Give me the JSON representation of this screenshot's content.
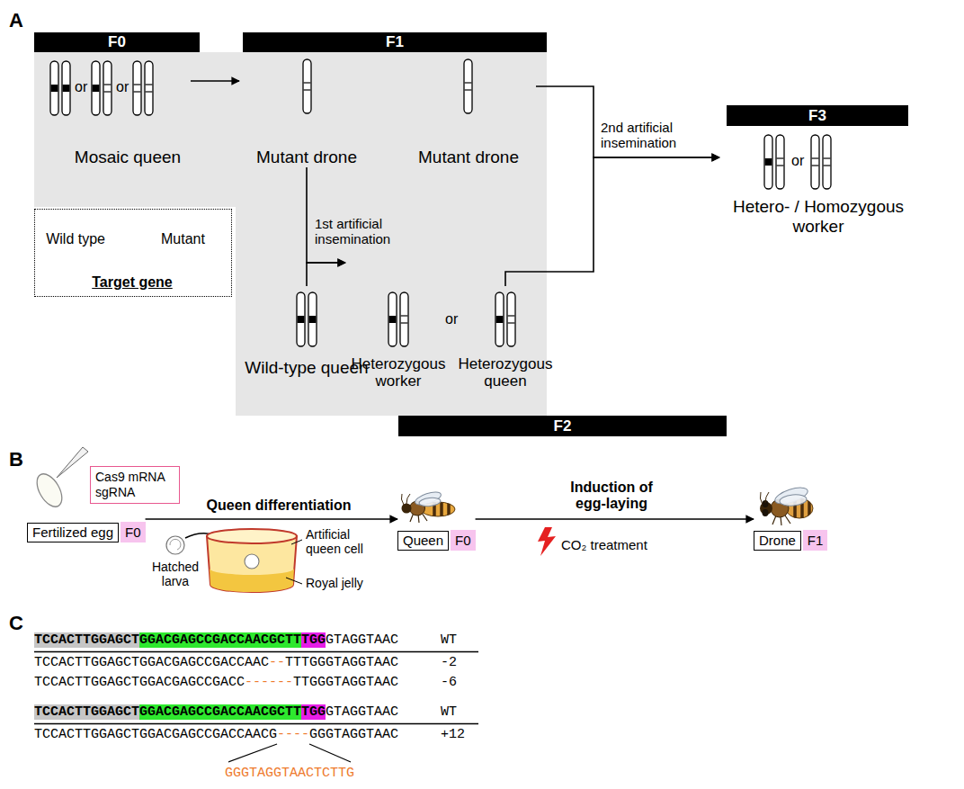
{
  "diagram": {
    "nodes": [
      {
        "text": [
          "F0"
        ]
      },
      {
        "text": [
          "F1"
        ]
      },
      {
        "text": [
          "Mosaic queen"
        ]
      },
      {
        "text": [
          "Mutant drone"
        ]
      },
      {
        "text": [
          "Mutant drone"
        ]
      },
      {
        "text": [
          "F3"
        ]
      },
      {
        "text": [
          "Hetero- / Homozygous worker"
        ]
      },
      {
        "text": [
          "Wild type",
          "Mutant",
          "Target gene"
        ]
      },
      {
        "text": [
          "Wild-type queen"
        ]
      },
      {
        "text": [
          "Heterozygous worker"
        ]
      },
      {
        "text": [
          "Heterozygous queen"
        ]
      },
      {
        "text": [
          "F2"
        ]
      },
      {
        "text": [
          "Cas9 mRNA sgRNA"
        ]
      },
      {
        "text": [
          "Fertilized egg",
          "F0"
        ]
      },
      {
        "text": [
          "Queen",
          "F0"
        ]
      },
      {
        "text": [
          "Drone",
          "F1"
        ]
      }
    ],
    "edges": [
      {
        "from": 2,
        "to": 3,
        "arrow": "to"
      },
      {
        "from": 3,
        "to": 9,
        "arrow": "to",
        "label": "1st artificial insemination"
      },
      {
        "from": 8,
        "to": 9,
        "arrow": "to"
      },
      {
        "from": 4,
        "to": 6,
        "arrow": "to",
        "label": "2nd artificial insemination"
      },
      {
        "from": 10,
        "to": 6,
        "arrow": "to"
      },
      {
        "from": 13,
        "to": 14,
        "arrow": "to",
        "label": "Queen differentiation"
      },
      {
        "from": 14,
        "to": 15,
        "arrow": "to",
        "label": "Induction of egg-laying"
      }
    ],
    "labels": [
      "A",
      "or",
      "or",
      "or",
      "or",
      "B",
      "Hatched larva",
      "Artificial queen cell",
      "Royal jelly",
      "CO₂ treatment",
      "C",
      "TCCACTTGGAGCT",
      "GGACGAGCCGACCAACGCTT",
      "TGG",
      "GTAGGTAAC",
      "WT",
      "TCCACTTGGAGCTGGACGAGCCGACCAAC",
      "--",
      "TTTGGGTAGGTAAC",
      "-2",
      "TCCACTTGGAGCTGGACGAGCCGACC",
      "------",
      "TTGGGTAGGTAAC",
      "-6",
      "TCCACTTGGAGCT",
      "GGACGAGCCGACCAACGCTT",
      "TGG",
      "GTAGGTAAC",
      "WT",
      "TCCACTTGGAGCTGGACGAGCCGACCAACG",
      "----",
      "GGGTAGGTAAC",
      "+12",
      "GGGTAGGTAACTCTTG"
    ]
  }
}
